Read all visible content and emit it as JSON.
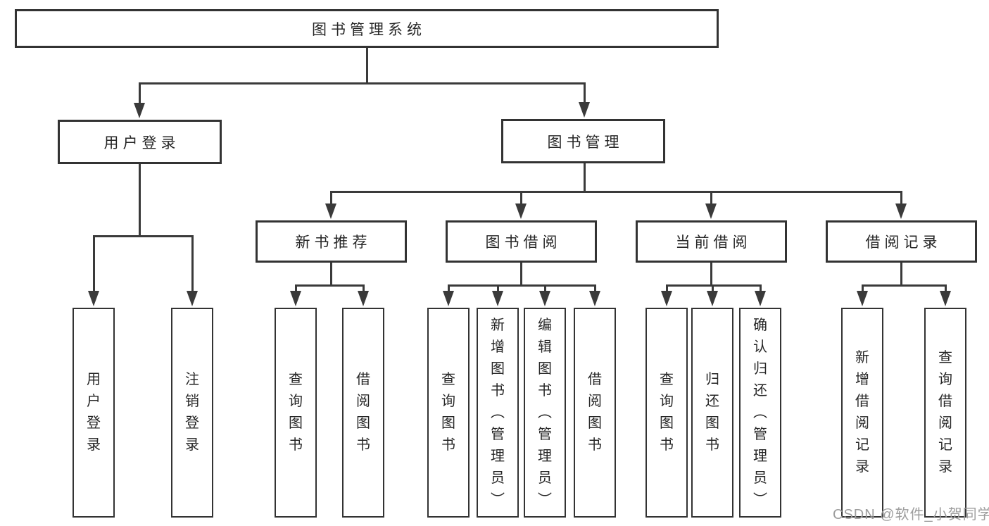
{
  "diagram": {
    "root": {
      "label": "图书管理系统"
    },
    "level2": {
      "user_login": {
        "label": "用户登录"
      },
      "book_mgmt": {
        "label": "图书管理"
      }
    },
    "level3": {
      "new_book": {
        "label": "新书推荐"
      },
      "book_borrow": {
        "label": "图书借阅"
      },
      "current_borrow": {
        "label": "当前借阅"
      },
      "borrow_records": {
        "label": "借阅记录"
      }
    },
    "leaves": {
      "user_login_1": "用户登录",
      "user_login_2": "注销登录",
      "new_book_1": "查询图书",
      "new_book_2": "借阅图书",
      "borrow_1": "查询图书",
      "borrow_2": "新增图书（管理员）",
      "borrow_3": "编辑图书（管理员）",
      "borrow_4": "借阅图书",
      "current_1": "查询图书",
      "current_2": "归还图书",
      "current_3": "确认归还（管理员）",
      "records_1": "新增借阅记录",
      "records_2": "查询借阅记录"
    },
    "colors": {
      "line": "#3a3a3a",
      "border": "#333333",
      "text": "#262626",
      "watermark": "#9d9d9d",
      "background": "#ffffff"
    }
  },
  "watermark": {
    "text": "CSDN @软件_小贺同学"
  }
}
